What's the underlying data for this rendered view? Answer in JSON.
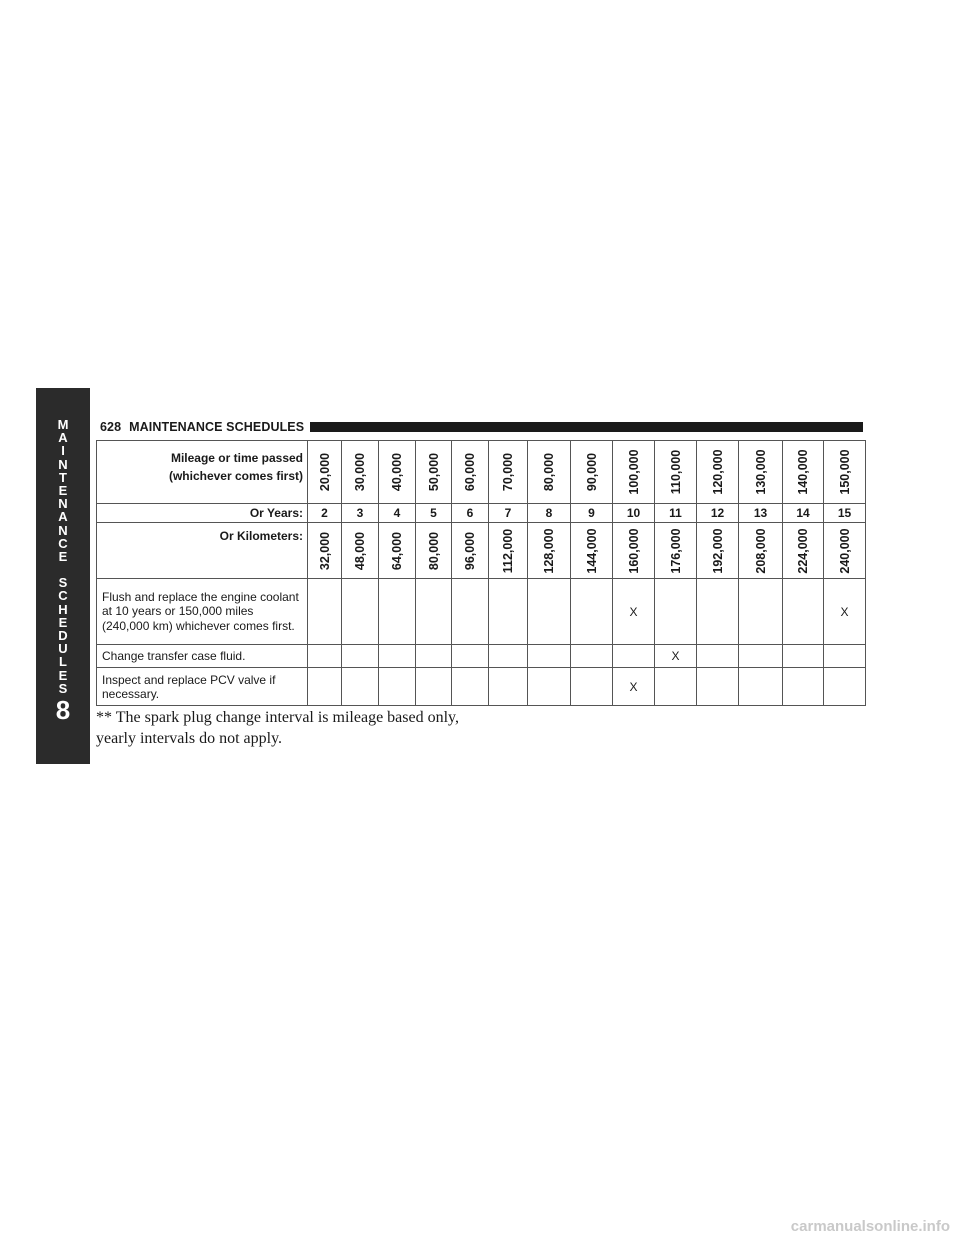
{
  "side_tab": {
    "letters_word1": [
      "M",
      "A",
      "I",
      "N",
      "T",
      "E",
      "N",
      "A",
      "N",
      "C",
      "E"
    ],
    "letters_word2": [
      "S",
      "C",
      "H",
      "E",
      "D",
      "U",
      "L",
      "E",
      "S"
    ],
    "chapter": "8"
  },
  "header": {
    "page_number": "628",
    "section_title": "MAINTENANCE SCHEDULES"
  },
  "table": {
    "mileage_label_line1": "Mileage or time passed",
    "mileage_label_line2": "(whichever comes first)",
    "years_label": "Or Years:",
    "km_label": "Or Kilometers:",
    "miles": [
      "20,000",
      "30,000",
      "40,000",
      "50,000",
      "60,000",
      "70,000",
      "80,000",
      "90,000",
      "100,000",
      "110,000",
      "120,000",
      "130,000",
      "140,000",
      "150,000"
    ],
    "years": [
      "2",
      "3",
      "4",
      "5",
      "6",
      "7",
      "8",
      "9",
      "10",
      "11",
      "12",
      "13",
      "14",
      "15"
    ],
    "kilometers": [
      "32,000",
      "48,000",
      "64,000",
      "80,000",
      "96,000",
      "112,000",
      "128,000",
      "144,000",
      "160,000",
      "176,000",
      "192,000",
      "208,000",
      "224,000",
      "240,000"
    ],
    "tasks": [
      {
        "label": "Flush and replace the engine coolant at 10 years or 150,000 miles (240,000 km) whichever comes first.",
        "marks": [
          "",
          "",
          "",
          "",
          "",
          "",
          "",
          "",
          "X",
          "",
          "",
          "",
          "",
          "X"
        ]
      },
      {
        "label": "Change transfer case fluid.",
        "marks": [
          "",
          "",
          "",
          "",
          "",
          "",
          "",
          "",
          "",
          "X",
          "",
          "",
          "",
          ""
        ]
      },
      {
        "label": "Inspect and replace PCV valve if necessary.",
        "marks": [
          "",
          "",
          "",
          "",
          "",
          "",
          "",
          "",
          "X",
          "",
          "",
          "",
          "",
          ""
        ]
      }
    ]
  },
  "footnote": {
    "line1": "** The spark plug change interval is mileage based only,",
    "line2": "yearly intervals do not apply."
  },
  "watermark": "carmanualsonline.info"
}
